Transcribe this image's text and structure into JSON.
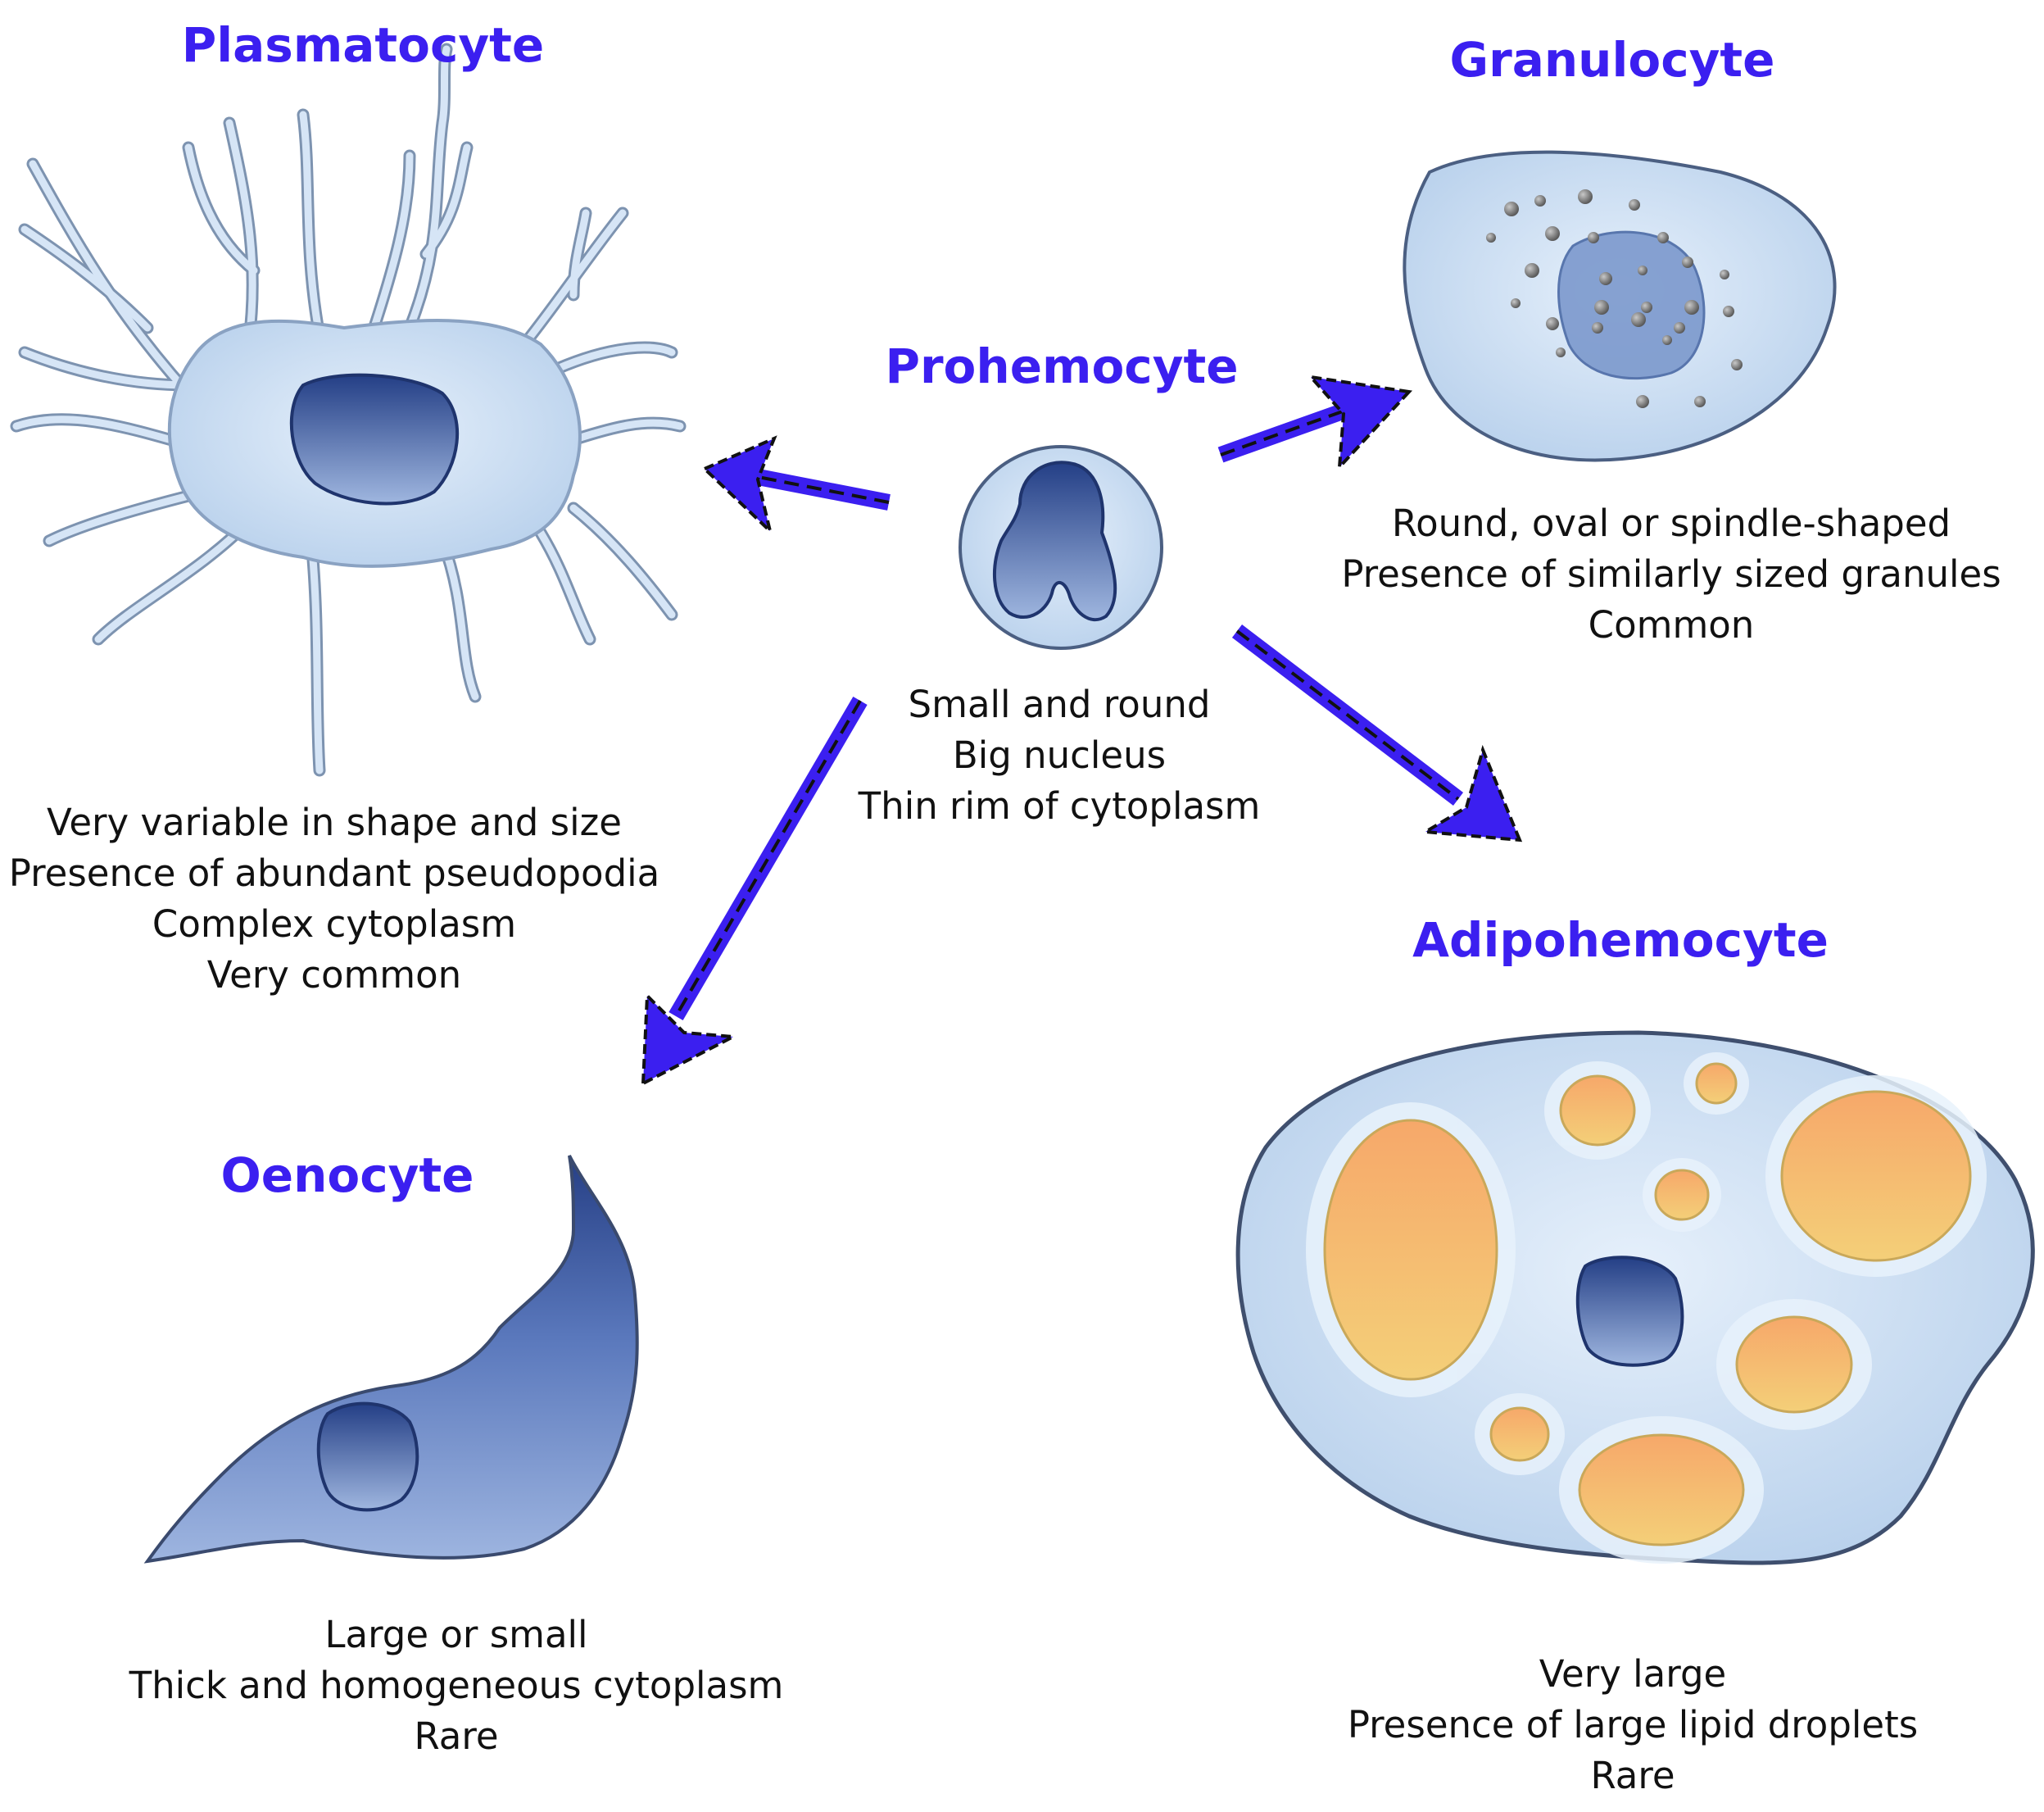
{
  "cells": {
    "prohemocyte": {
      "title": "Prohemocyte",
      "lines": [
        "Small and round",
        "Big nucleus",
        "Thin rim of cytoplasm"
      ]
    },
    "plasmatocyte": {
      "title": "Plasmatocyte",
      "lines": [
        "Very variable in shape and size",
        "Presence of abundant pseudopodia",
        "Complex cytoplasm",
        "Very common"
      ]
    },
    "granulocyte": {
      "title": "Granulocyte",
      "lines": [
        "Round, oval or spindle-shaped",
        "Presence of similarly sized granules",
        "Common"
      ]
    },
    "oenocyte": {
      "title": "Oenocyte",
      "lines": [
        "Large or small",
        "Thick and homogeneous cytoplasm",
        "Rare"
      ]
    },
    "adipohemocyte": {
      "title": "Adipohemocyte",
      "lines": [
        "Very large",
        "Presence of large lipid droplets",
        "Rare"
      ]
    }
  },
  "colors": {
    "title": "#3b1ff0",
    "arrow": "#3b1ff0",
    "cytoplasm": "#cfe0f4",
    "nucleus": "#3d5fa3",
    "lipid": "#f3b866"
  }
}
